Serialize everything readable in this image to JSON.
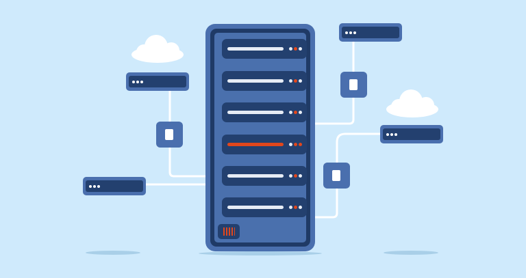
{
  "colors": {
    "background": "#cfeafc",
    "server_body": "#4a6fae",
    "server_dark": "#1f3a66",
    "panel": "#23406f",
    "light": "#ffffff",
    "alert": "#e2471c",
    "line": "#ffffff"
  },
  "icons": [
    "server-rack-icon",
    "cloud-icon",
    "network-device-icon",
    "connector-icon"
  ],
  "server": {
    "slots": [
      {
        "status": "normal"
      },
      {
        "status": "normal"
      },
      {
        "status": "normal"
      },
      {
        "status": "alert"
      },
      {
        "status": "normal"
      },
      {
        "status": "normal"
      }
    ]
  }
}
